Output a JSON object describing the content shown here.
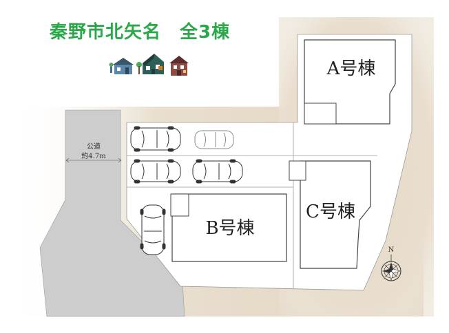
{
  "header": {
    "title": "秦野市北矢名　全3棟"
  },
  "icons": [
    "house-icon-blue",
    "house-icon-green",
    "house-icon-red"
  ],
  "road": {
    "label": "公道",
    "width": "約4.7m"
  },
  "buildings": [
    {
      "id": "a",
      "label": "A号棟"
    },
    {
      "id": "b",
      "label": "B号棟"
    },
    {
      "id": "c",
      "label": "C号棟"
    }
  ],
  "compass": {
    "north_label": "N"
  },
  "colors": {
    "title": "#2aa84a",
    "background_tan": "#e7dccb",
    "road_gray": "#cfcfcf",
    "lot_white": "#ffffff",
    "line": "#444444"
  }
}
